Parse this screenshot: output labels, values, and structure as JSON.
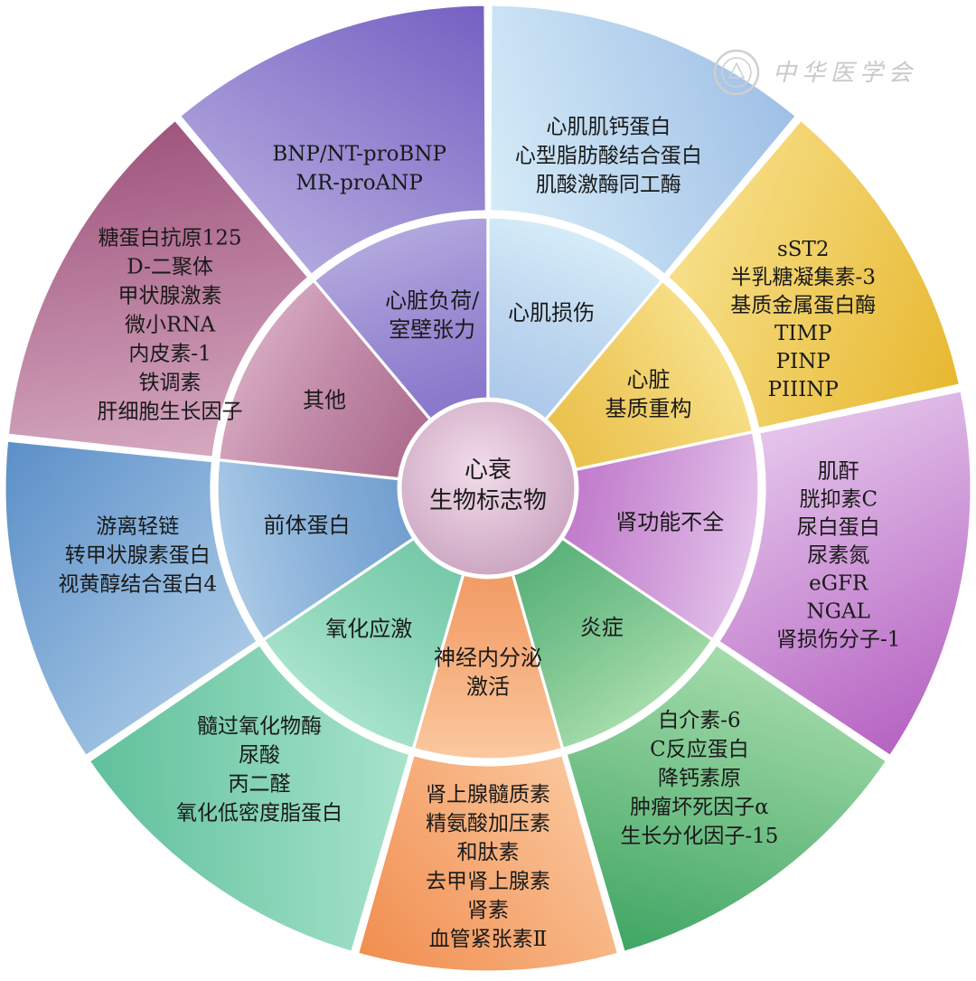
{
  "center": {
    "lines": [
      "心衰",
      "生物标志物"
    ],
    "colors": [
      "#f2dcea",
      "#c9a2bf"
    ]
  },
  "logo": {
    "text": "中华医学会",
    "color": "#cfcfcf"
  },
  "categories": [
    {
      "id": "load",
      "label": [
        "心脏负荷/",
        "室壁张力"
      ],
      "items": [
        "BNP/NT-proBNP",
        "MR-proANP"
      ],
      "colors": [
        "#b2a8de",
        "#7460c2"
      ]
    },
    {
      "id": "injury",
      "label": [
        "心肌损伤"
      ],
      "items": [
        "心肌肌钙蛋白",
        "心型脂肪酸结合蛋白",
        "肌酸激酶同工酶"
      ],
      "colors": [
        "#d6ecf8",
        "#9fbfe6"
      ]
    },
    {
      "id": "remodel",
      "label": [
        "心脏",
        "基质重构"
      ],
      "items": [
        "sST2",
        "半乳糖凝集素-3",
        "基质金属蛋白酶",
        "TIMP",
        "PINP",
        "PIIINP"
      ],
      "colors": [
        "#f7e08a",
        "#e7b72e"
      ]
    },
    {
      "id": "renal",
      "label": [
        "肾功能不全"
      ],
      "items": [
        "肌酐",
        "胱抑素C",
        "尿白蛋白",
        "尿素氮",
        "eGFR",
        "NGAL",
        "肾损伤分子-1"
      ],
      "colors": [
        "#e3c3ea",
        "#b766c3"
      ]
    },
    {
      "id": "inflam",
      "label": [
        "炎症"
      ],
      "items": [
        "白介素-6",
        "C反应蛋白",
        "降钙素原",
        "肿瘤坏死因子α",
        "生长分化因子-15"
      ],
      "colors": [
        "#a6dcac",
        "#3fa563"
      ]
    },
    {
      "id": "neuro",
      "label": [
        "神经内分泌",
        "激活"
      ],
      "items": [
        "肾上腺髓质素",
        "精氨酸加压素",
        "和肽素",
        "去甲肾上腺素",
        "肾素",
        "血管紧张素Ⅱ"
      ],
      "colors": [
        "#fbc9a0",
        "#f08a4a"
      ]
    },
    {
      "id": "oxid",
      "label": [
        "氧化应激"
      ],
      "items": [
        "髓过氧化物酶",
        "尿酸",
        "丙二醛",
        "氧化低密度脂蛋白"
      ],
      "colors": [
        "#a8e4cc",
        "#5fc09a"
      ]
    },
    {
      "id": "precursor",
      "label": [
        "前体蛋白"
      ],
      "items": [
        "游离轻链",
        "转甲状腺素蛋白",
        "视黄醇结合蛋白4"
      ],
      "colors": [
        "#a9c9e6",
        "#5b8fc8"
      ]
    },
    {
      "id": "other",
      "label": [
        "其他"
      ],
      "items": [
        "糖蛋白抗原125",
        "D-二聚体",
        "甲状腺激素",
        "微小RNA",
        "内皮素-1",
        "铁调素",
        "肝细胞生长因子"
      ],
      "colors": [
        "#d5a7bf",
        "#a0567e"
      ]
    }
  ]
}
